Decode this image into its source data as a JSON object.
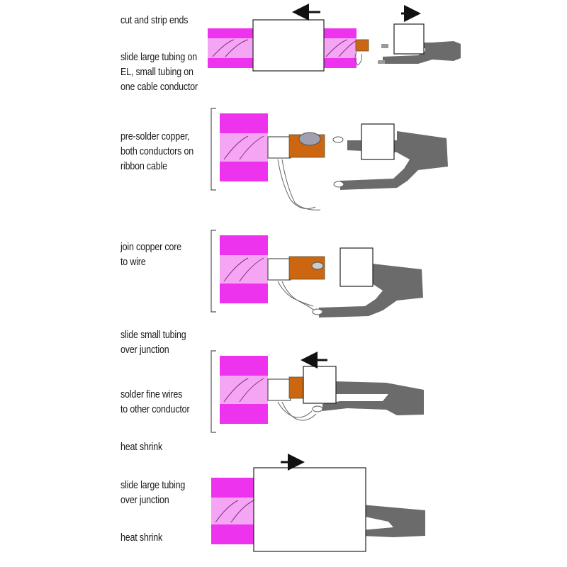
{
  "steps": [
    {
      "labels": [
        "cut and strip ends",
        "slide large tubing on",
        "EL, small tubing on",
        "one cable conductor"
      ]
    },
    {
      "labels": [
        "pre-solder copper,",
        "both conductors on",
        "ribbon cable"
      ]
    },
    {
      "labels": [
        "join copper core",
        "to wire"
      ]
    },
    {
      "labels": [
        "slide small tubing",
        "over junction",
        "solder fine wires",
        "to other conductor",
        "heat shrink"
      ]
    },
    {
      "labels": [
        "slide large tubing",
        "over junction",
        "heat shrink"
      ]
    }
  ],
  "colors": {
    "magenta": "#ee33ee",
    "light_pink": "#f4a6f4",
    "copper": "#cc6611",
    "gray_cable": "#6b6b6b",
    "tube_white": "#ffffff",
    "outline": "#222222"
  }
}
